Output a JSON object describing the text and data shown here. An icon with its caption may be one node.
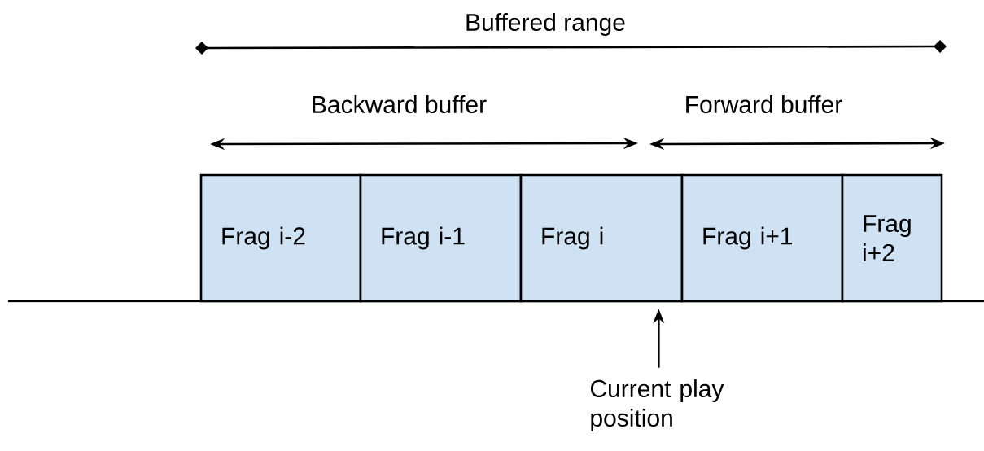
{
  "diagram": {
    "nodes": [
      {
        "text": [
          "Frag i-2"
        ]
      },
      {
        "text": [
          "Frag i-1"
        ]
      },
      {
        "text": [
          "Frag i"
        ]
      },
      {
        "text": [
          "Frag i+1"
        ]
      },
      {
        "text": [
          "Frag i+2"
        ]
      },
      {
        "text": [
          "Current play position"
        ]
      }
    ],
    "edges": [
      {
        "from": 5,
        "to": 2,
        "arrow": "to"
      }
    ],
    "labels": [
      "Buffered range",
      "Backward buffer",
      "Forward buffer"
    ]
  }
}
